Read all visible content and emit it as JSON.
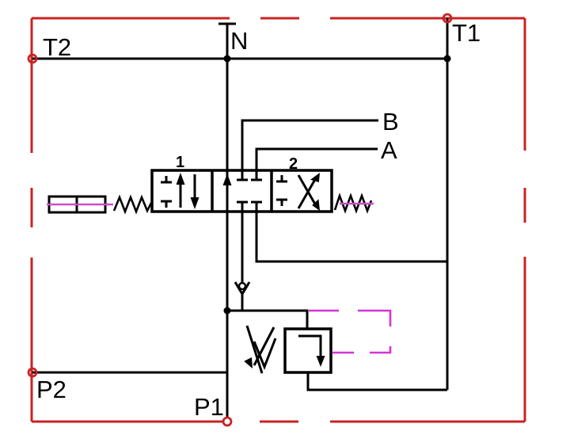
{
  "diagram": {
    "kind": "hydraulic monoblock valve schematic",
    "ports": {
      "t2": "T2",
      "n": "N",
      "t1": "T1",
      "b": "B",
      "a": "A",
      "p2": "P2",
      "p1": "P1"
    },
    "valve_positions": {
      "pos1": "1",
      "pos2": "2"
    },
    "colors": {
      "line_black": "#000000",
      "boundary_red": "#c92323",
      "pilot_magenta": "#d633d6",
      "actuator_magenta": "#cb4bcb"
    }
  }
}
